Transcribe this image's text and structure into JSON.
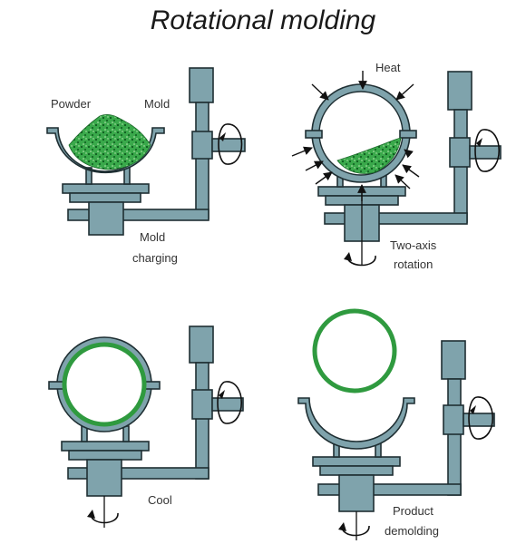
{
  "title": "Rotational molding",
  "colors": {
    "machine": "#7fa3ac",
    "machine_stroke": "#1f2f33",
    "polymer": "#2f9a3f",
    "polymer_dark": "#0d5a1e",
    "arrow": "#111111"
  },
  "panels": {
    "charging": {
      "powder_label": "Powder",
      "mold_label": "Mold",
      "step_label_1": "Mold",
      "step_label_2": "charging"
    },
    "heating": {
      "heat_label": "Heat",
      "step_label_1": "Two-axis",
      "step_label_2": "rotation"
    },
    "cooling": {
      "step_label_1": "Cool"
    },
    "demolding": {
      "step_label_1": "Product",
      "step_label_2": "demolding"
    }
  },
  "icons": [
    "rotation-arrow-icon",
    "heat-arrow-icon"
  ]
}
